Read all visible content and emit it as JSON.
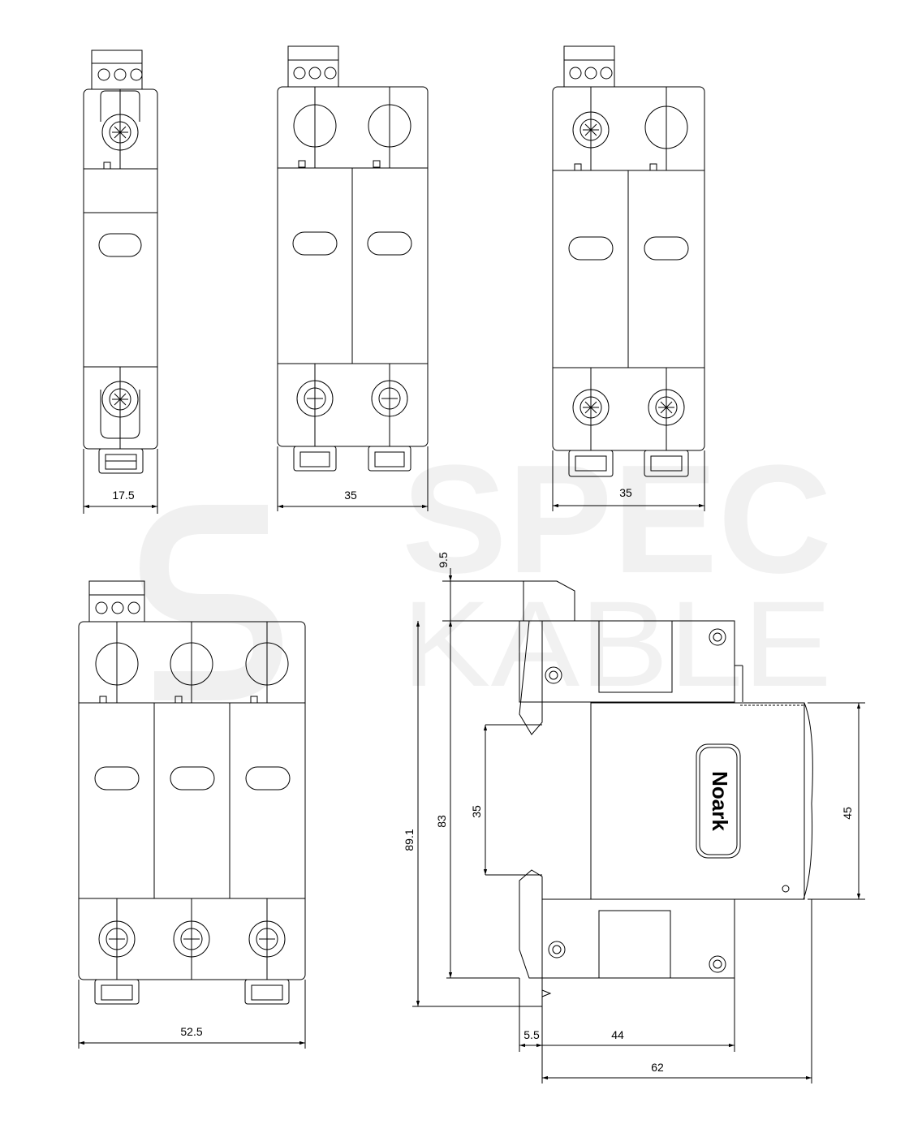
{
  "watermark": {
    "line1": "SPEC",
    "line2": "KABLE"
  },
  "views": {
    "one_pole": {
      "width_label": "17.5"
    },
    "two_pole_a": {
      "width_label": "35"
    },
    "two_pole_b": {
      "width_label": "35"
    },
    "three_pole": {
      "width_label": "52.5"
    },
    "side": {
      "brand_label": "Noark",
      "dims": {
        "clip_height": "9.5",
        "body_height": "83",
        "total_height": "89.1",
        "rail_width": "35",
        "front_height": "45",
        "base_offset": "5.5",
        "body_depth": "44",
        "total_depth": "62"
      }
    }
  }
}
